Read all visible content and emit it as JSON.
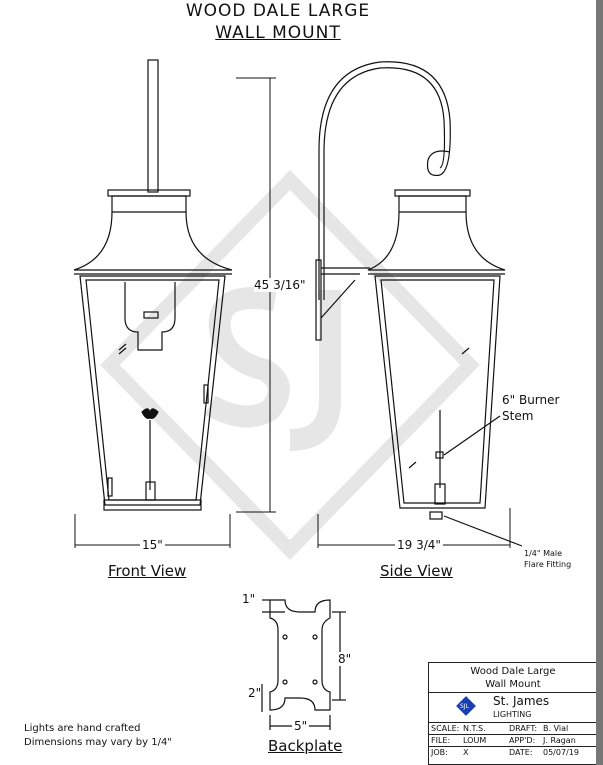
{
  "title": {
    "line1": "WOOD DALE LARGE",
    "line2": "WALL MOUNT"
  },
  "front_view": {
    "label": "Front View",
    "height_dim": "45 3/16\"",
    "width_dim": "15\""
  },
  "side_view": {
    "label": "Side View",
    "width_dim": "19 3/4\"",
    "burner_callout_1": "6\" Burner",
    "burner_callout_2": "Stem",
    "fitting_callout_1": "1/4\" Male",
    "fitting_callout_2": "Flare Fitting"
  },
  "backplate": {
    "label": "Backplate",
    "dim_top": "1\"",
    "dim_height": "8\"",
    "dim_side": "2\"",
    "dim_width": "5\""
  },
  "notes": {
    "line1": "Lights are hand crafted",
    "line2": "Dimensions may vary by 1/4\""
  },
  "watermark": {
    "text": "SJ"
  },
  "title_block": {
    "product_line1": "Wood Dale Large",
    "product_line2": "Wall Mount",
    "company": "St. James",
    "company_sub": "LIGHTING",
    "logo_text": "SJL",
    "scale_label": "SCALE:",
    "scale": "N.T.S.",
    "draft_label": "DRAFT:",
    "draft": "B. Vial",
    "file_label": "FILE:",
    "file": "LOUM",
    "appd_label": "APP'D:",
    "appd": "J. Ragan",
    "job_label": "JOB:",
    "job": "X",
    "date_label": "DATE:",
    "date": "05/07/19"
  },
  "colors": {
    "line": "#111111",
    "watermark": "#e6e6e6",
    "logo": "#1a3fb0",
    "border": "#777777"
  }
}
